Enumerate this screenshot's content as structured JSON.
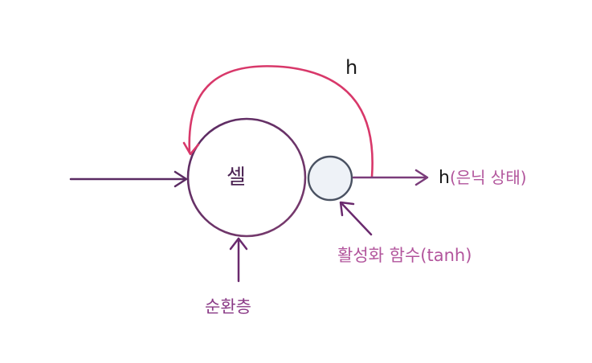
{
  "labels": {
    "cell": "셀",
    "loop_h": "h",
    "output_h": "h",
    "output_paren": "(은닉 상태)",
    "activation": "활성화 함수(tanh)",
    "recurrent": "순환층"
  },
  "colors": {
    "cell_stroke": "#5a2a62",
    "loop_arrow": "#d8386a",
    "flow_arrow": "#6a2a6e",
    "activation_fill": "#eef2f7",
    "activation_stroke": "#4a5262",
    "accent_text": "#b2559c",
    "recurrent_text": "#8a3a86"
  }
}
